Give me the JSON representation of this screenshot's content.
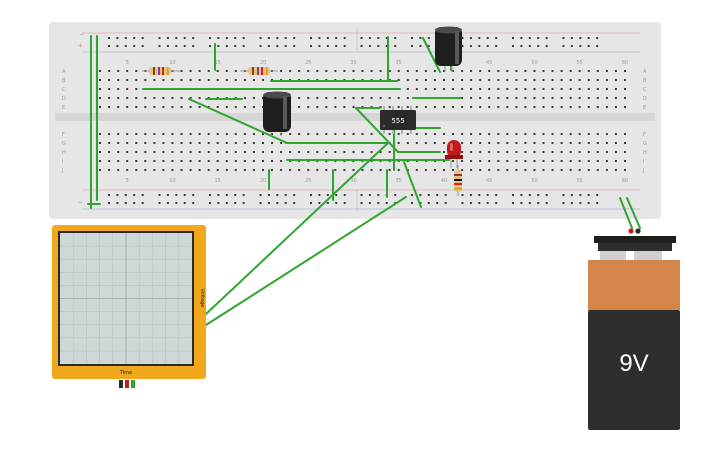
{
  "breadboard": {
    "row_labels": [
      "A",
      "B",
      "C",
      "D",
      "E",
      "F",
      "G",
      "H",
      "I",
      "J"
    ],
    "column_numbers": [
      "5",
      "10",
      "15",
      "20",
      "25",
      "30",
      "35",
      "40",
      "45",
      "50",
      "55",
      "60"
    ],
    "rail_plus": "+",
    "rail_minus": "−"
  },
  "components": {
    "ic": {
      "label": "555"
    },
    "battery": {
      "label": "9V"
    },
    "oscilloscope": {
      "x_axis_label": "Time",
      "y_axis_label": "Voltage"
    }
  },
  "colors": {
    "breadboard": "#e6e6e6",
    "hole": "#3c3c3c",
    "wire": "#2fa52f",
    "rail_red": "#e88a8a",
    "rail_blue": "#8aa4d8",
    "scope_frame": "#f2a81d",
    "battery_top": "#d4854a",
    "battery_body": "#2e2e2e",
    "led": "#c01a1a",
    "capacitor": "#1e1e1e"
  }
}
